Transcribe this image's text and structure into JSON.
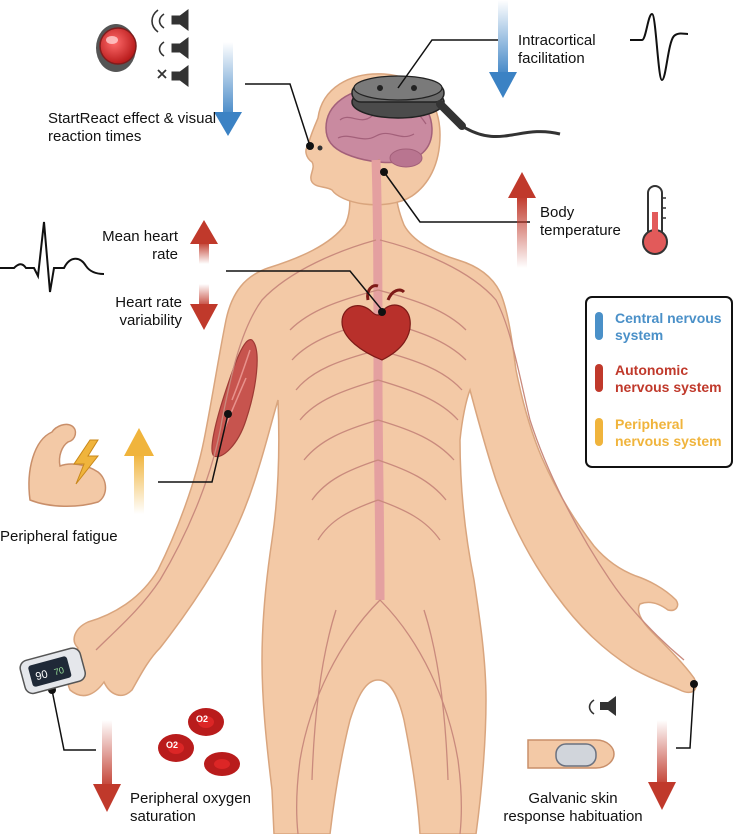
{
  "labels": {
    "startreact": "StartReact effect & visual reaction times",
    "intracortical": "Intracortical facilitation",
    "mean_heart_rate": "Mean heart rate",
    "hrv": "Heart rate variability",
    "body_temperature": "Body temperature",
    "peripheral_fatigue": "Peripheral fatigue",
    "oxygen_saturation": "Peripheral oxygen saturation",
    "galvanic": "Galvanic skin response habituation"
  },
  "legend": [
    {
      "label": "Central nervous system",
      "color": "#4a90c8"
    },
    {
      "label": "Autonomic nervous system",
      "color": "#c0392b"
    },
    {
      "label": "Peripheral nervous system",
      "color": "#f0b43c"
    }
  ],
  "oximeter": {
    "spo2": "90",
    "pulse": "70"
  },
  "rbc_label": "O2",
  "arrow_colors": {
    "blue": "#3b82c4",
    "red": "#c0392b",
    "yellow": "#f0b43c"
  },
  "skin_color": "#f3c9a6",
  "icons": [
    "alarm-light-icon",
    "speaker-icon",
    "brain-stimulation-coil-icon",
    "thermometer-icon",
    "heart-icon",
    "flexed-arm-icon",
    "lightning-icon",
    "pulse-oximeter-icon",
    "red-blood-cell-icon",
    "skin-electrode-icon",
    "ecg-waveform-icon",
    "mep-waveform-icon"
  ]
}
